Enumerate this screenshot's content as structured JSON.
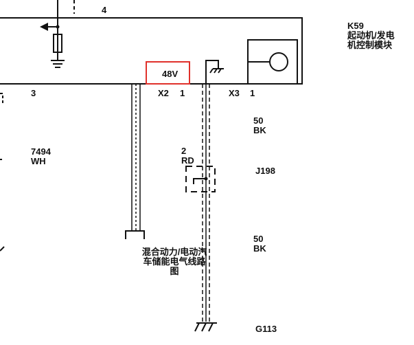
{
  "module": {
    "code": "K59",
    "name_line1": "起动机/发电",
    "name_line2": "机控制模块"
  },
  "pins": {
    "p4": "4",
    "p3": "3",
    "x2_connector": "X2",
    "x2_pin": "1",
    "x3_connector": "X3",
    "x3_pin": "1"
  },
  "voltage_label": "48V",
  "wires": {
    "left_circuit": "7494",
    "left_color": "WH",
    "upper_circuit": "50",
    "upper_color": "BK",
    "rd_circuit": "2",
    "rd_color": "RD",
    "lower_circuit": "50",
    "lower_color": "BK"
  },
  "splice": "J198",
  "ground": "G113",
  "reference": {
    "line1": "混合动力/电动汽",
    "line2": "车储能电气线路",
    "line3": "图"
  },
  "colors": {
    "line": "#111111",
    "highlight": "#e0302a"
  }
}
